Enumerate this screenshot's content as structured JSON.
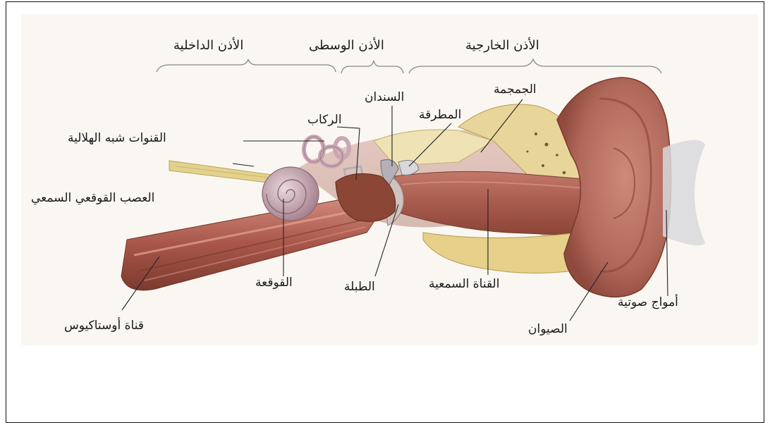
{
  "sections": {
    "outer": "الأذن الخارجية",
    "middle": "الأذن الوسطى",
    "inner": "الأذن الداخلية"
  },
  "labels": {
    "skull": "الجمجمة",
    "incus": "السندان",
    "malleus": "المطرقة",
    "stapes": "الركاب",
    "semicircular": "القنوات شبه الهلالية",
    "cochlear_nerve": "العصب القوقعي السمعي",
    "cochlea": "القوقعة",
    "eardrum": "الطبلة",
    "ear_canal": "القناة السمعية",
    "sound_waves": "أمواج صوتية",
    "pinna": "الصيوان",
    "eustachian": "قناة أوستاكيوس"
  },
  "colors": {
    "flesh": "#b5675a",
    "flesh_dark": "#8c4636",
    "bone": "#e6d08a",
    "bone_light": "#efe2b4",
    "cochlea": "#c9a7b3",
    "background_tint": "#faf7f2"
  }
}
